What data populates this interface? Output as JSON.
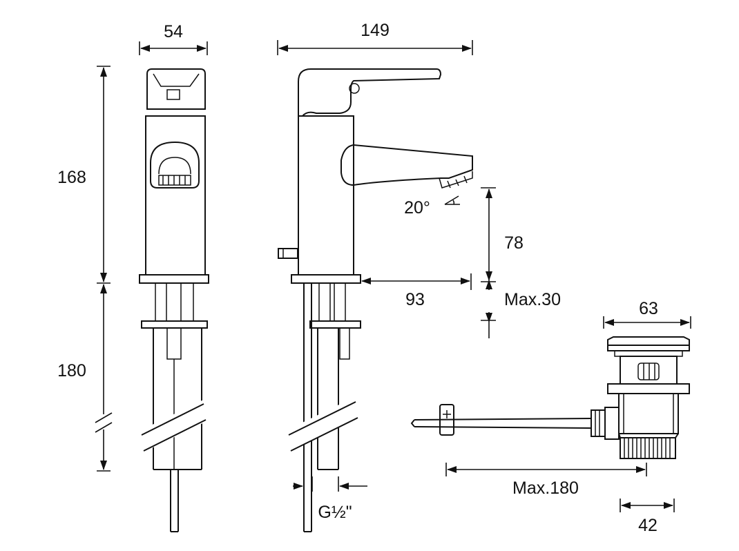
{
  "dimensions": {
    "front_width": "54",
    "total_depth": "149",
    "height_top": "168",
    "height_bottom": "180",
    "spout_angle": "20°",
    "spout_height": "78",
    "spout_reach": "93",
    "deck_thickness": "Max.30",
    "drain_flange": "63",
    "pull_rod_length": "Max.180",
    "drain_tail": "42",
    "thread": "G½\""
  }
}
